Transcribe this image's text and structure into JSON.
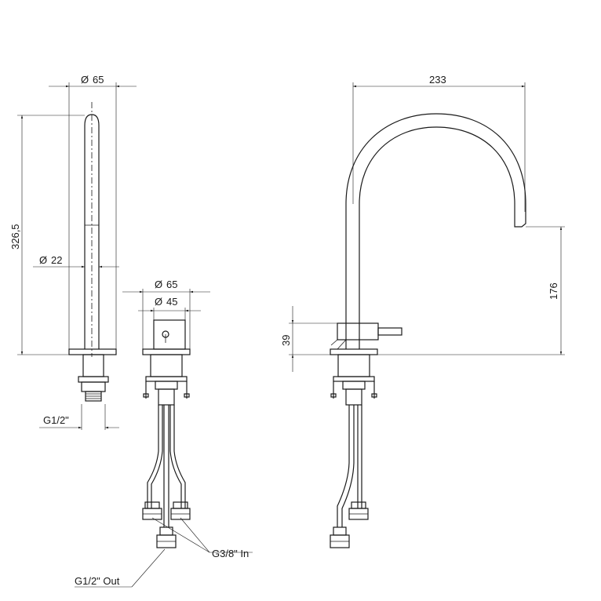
{
  "labels": {
    "top_diameter": "65",
    "height": "326,5",
    "spout_diameter": "22",
    "thread_spout": "G1/2\"",
    "control_outer": "65",
    "control_inner": "45",
    "reach": "233",
    "spout_height": "176",
    "lever_height": "39",
    "inlet": "G3/8\" In",
    "outlet": "G1/2\" Out"
  },
  "symbols": {
    "diameter": "Ø"
  },
  "colors": {
    "line": "#1a1a1a",
    "background": "#ffffff"
  }
}
